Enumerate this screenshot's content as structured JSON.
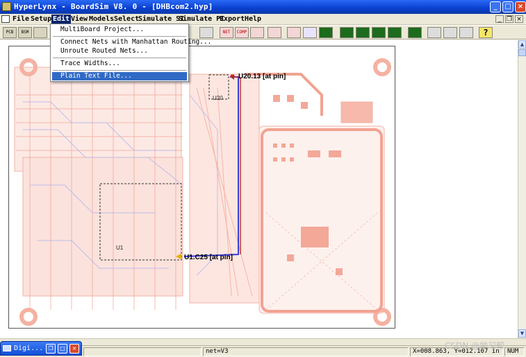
{
  "window": {
    "title": "HyperLynx - BoardSim V8. 0 - [DHBcom2.hyp]",
    "minimize": "_",
    "maximize": "□",
    "close": "×"
  },
  "menubar": {
    "items": [
      "File",
      "Setup",
      "Edit",
      "View",
      "Models",
      "Select",
      "Simulate SI",
      "Simulate PI",
      "Export",
      "Help"
    ],
    "active": "Edit",
    "mdi_minimize": "_",
    "mdi_restore": "❐",
    "mdi_close": "×"
  },
  "toolbar": {
    "pcb_label": "PCB",
    "bsm_label": "BSM",
    "net_label": "NET",
    "comp_label": "COMP",
    "help_label": "?"
  },
  "edit_menu": {
    "items": [
      "MultiBoard Project...",
      "Connect Nets with Manhattan Routing...",
      "Unroute Routed Nets...",
      "Trace Widths...",
      "Plain Text File..."
    ],
    "highlighted": "Plain Text File..."
  },
  "board": {
    "pin_top": "U20.13 [at pin]",
    "pin_bottom": "U1.C25 [at pin]",
    "ref_u20": "U20",
    "ref_u1": "U1",
    "colors": {
      "copper": "#f7c9c0",
      "copper_dark": "#f0a898",
      "trace_blue": "#3b3bd8",
      "trace_red": "#c0271f",
      "highlight_box": "#333333"
    }
  },
  "statusbar": {
    "net": "net=V3",
    "coords": "X=008.863, Y=012.107 in",
    "mode": "NUM"
  },
  "minimized_window": {
    "title": "Digi..."
  },
  "watermark": "CSDN @学习帮"
}
